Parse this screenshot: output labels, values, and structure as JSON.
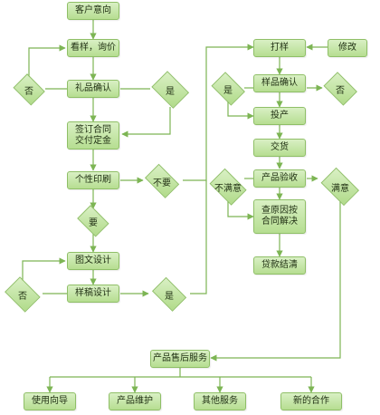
{
  "nodes": {
    "kehu_yixiang": "客户意向",
    "kanyang_xunjia": "看样，询价",
    "lipin_queren": "礼品确认",
    "fou_1": "否",
    "shi_1": "是",
    "qianding_hetong": "签订合同\n交付定金",
    "gexing_yinshua": "个性印刷",
    "buyao": "不要",
    "yao": "要",
    "tuwen_sheji": "图文设计",
    "yanggao_sheji": "样稿设计",
    "fou_2": "否",
    "shi_2": "是",
    "dayang": "打样",
    "xiugai": "修改",
    "yangpin_queren": "样品确认",
    "shi_3": "是",
    "fou_3": "否",
    "touchan": "投产",
    "jiaohuo": "交货",
    "chanpin_yanshou": "产品验收",
    "bumanyi": "不满意",
    "manyi": "满意",
    "cha_yuanyin": "查原因按\n合同解决",
    "daikuan_jieqing": "贷款结清",
    "shouhou_fuwu": "产品售后服务",
    "shiyong_xiangdao": "使用向导",
    "chanpin_weihu": "产品维护",
    "qita_fuwu": "其他服务",
    "xin_de_hezuo": "新的合作"
  },
  "colors": {
    "line": "#7db554",
    "fill_top": "#d9f0c4",
    "fill_bottom": "#b6de91",
    "border": "#8fbf67"
  }
}
